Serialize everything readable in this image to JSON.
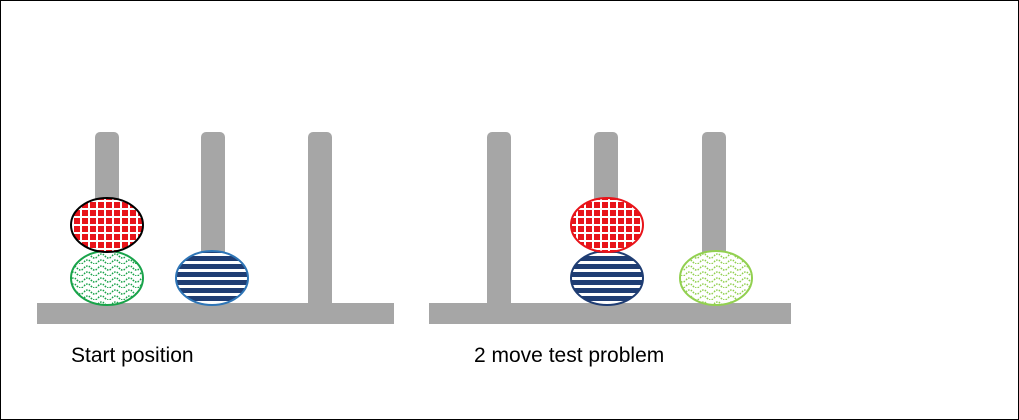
{
  "colors": {
    "peg": "#a6a6a6",
    "frame": "#000000",
    "red_ball": "#e8141a",
    "red_ball_outline_start": "#000000",
    "red_ball_outline_test": "#e8141a",
    "green_ball": "#19a34a",
    "navy_ball": "#1f3d73",
    "navy_ball_outline": "#2e75b6",
    "light_green_ball": "#92d050"
  },
  "panels": [
    {
      "caption": "Start position",
      "balls": [
        {
          "peg": 1,
          "level": 1,
          "color": "green",
          "pattern": "wave-dots"
        },
        {
          "peg": 1,
          "level": 2,
          "color": "red",
          "pattern": "grid"
        },
        {
          "peg": 2,
          "level": 1,
          "color": "navy",
          "pattern": "horizontal-stripes"
        }
      ]
    },
    {
      "caption": "2 move test problem",
      "balls": [
        {
          "peg": 2,
          "level": 1,
          "color": "navy",
          "pattern": "horizontal-stripes"
        },
        {
          "peg": 2,
          "level": 2,
          "color": "red",
          "pattern": "grid"
        },
        {
          "peg": 3,
          "level": 1,
          "color": "light-green",
          "pattern": "wave-dots"
        }
      ]
    }
  ]
}
